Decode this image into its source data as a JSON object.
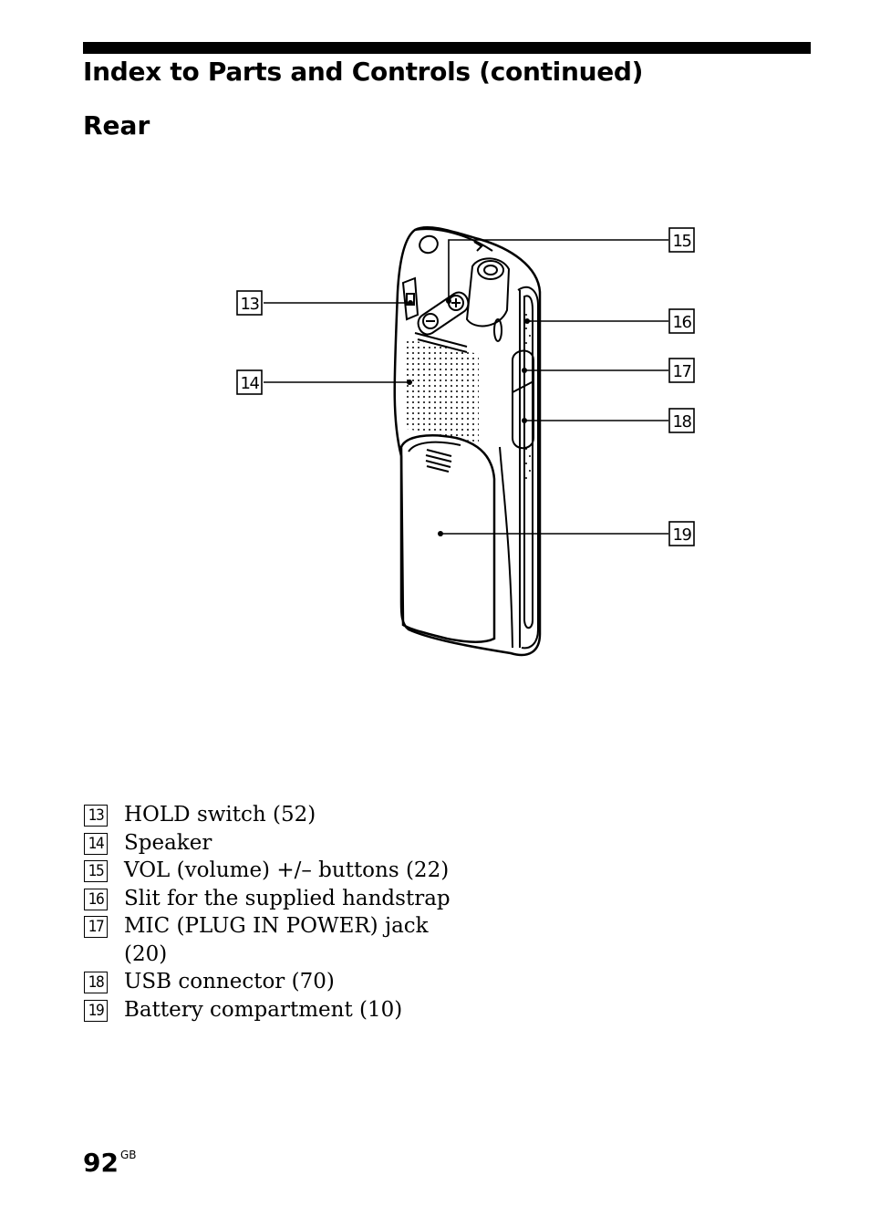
{
  "header": {
    "title": "Index to Parts and Controls (continued)",
    "section": "Rear"
  },
  "figure": {
    "callouts": [
      "13",
      "14",
      "15",
      "16",
      "17",
      "18",
      "19"
    ]
  },
  "legend": [
    {
      "num": "13",
      "text": "HOLD switch (52)"
    },
    {
      "num": "14",
      "text": "Speaker"
    },
    {
      "num": "15",
      "text": "VOL (volume) +/– buttons (22)"
    },
    {
      "num": "16",
      "text": "Slit for the supplied handstrap"
    },
    {
      "num": "17",
      "text": "MIC (PLUG IN POWER) jack (20)"
    },
    {
      "num": "18",
      "text": "USB connector (70)"
    },
    {
      "num": "19",
      "text": "Battery compartment (10)"
    }
  ],
  "footer": {
    "page_number": "92",
    "region": "GB"
  }
}
